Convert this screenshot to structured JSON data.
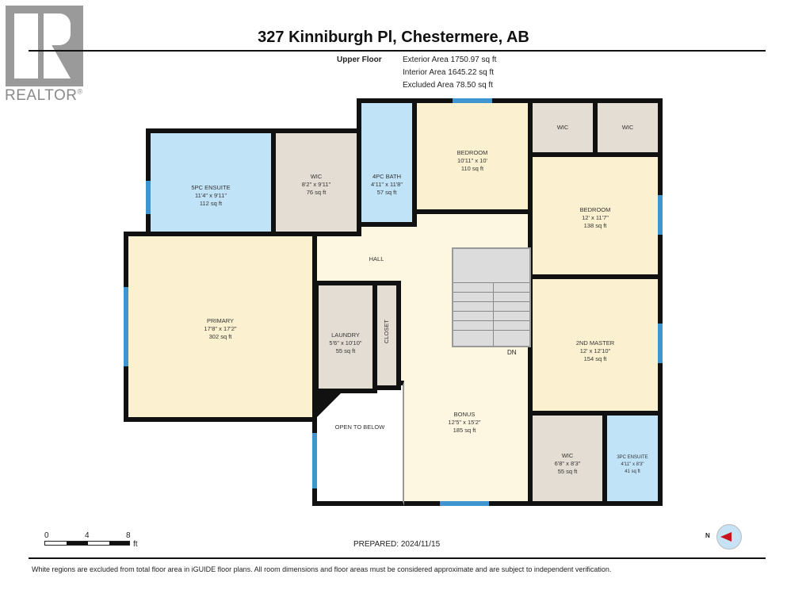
{
  "logo": {
    "text": "REALTOR",
    "mark": "®"
  },
  "header": {
    "title": "327 Kinniburgh Pl, Chestermere, AB",
    "floor": "Upper Floor",
    "areas": [
      "Exterior Area 1750.97 sq ft",
      "Interior Area 1645.22 sq ft",
      "Excluded Area 78.50 sq ft"
    ]
  },
  "rooms": {
    "ensuite5": {
      "name": "5PC ENSUITE",
      "dims": "11'4\" x 9'11\"",
      "area": "112 sq ft"
    },
    "wic1": {
      "name": "WIC",
      "dims": "8'2\" x 9'11\"",
      "area": "76 sq ft"
    },
    "bath4": {
      "name": "4PC BATH",
      "dims": "4'11\" x 11'8\"",
      "area": "57 sq ft"
    },
    "bedroom1": {
      "name": "BEDROOM",
      "dims": "10'11\" x 10'",
      "area": "110 sq ft"
    },
    "wic2": {
      "name": "WIC"
    },
    "wic3": {
      "name": "WIC"
    },
    "bedroom2": {
      "name": "BEDROOM",
      "dims": "12' x 11'7\"",
      "area": "138 sq ft"
    },
    "hall": {
      "name": "HALL"
    },
    "primary": {
      "name": "PRIMARY",
      "dims": "17'8\" x 17'2\"",
      "area": "302 sq ft"
    },
    "laundry": {
      "name": "LAUNDRY",
      "dims": "5'6\" x 10'10\"",
      "area": "55 sq ft"
    },
    "closet": {
      "name": "CLOSET"
    },
    "master2": {
      "name": "2ND MASTER",
      "dims": "12' x 12'10\"",
      "area": "154 sq ft"
    },
    "bonus": {
      "name": "BONUS",
      "dims": "12'5\" x 15'2\"",
      "area": "185 sq ft"
    },
    "open": {
      "name": "OPEN TO BELOW"
    },
    "wic4": {
      "name": "WIC",
      "dims": "6'8\" x 8'3\"",
      "area": "55 sq ft"
    },
    "ensuite3": {
      "name": "3PC ENSUITE",
      "dims": "4'11\" x 8'3\"",
      "area": "41 sq ft"
    }
  },
  "stairs": {
    "label": "DN"
  },
  "scale": {
    "ticks": [
      "0",
      "4",
      "8"
    ],
    "unit": "ft"
  },
  "footer": {
    "prepared": "PREPARED: 2024/11/15",
    "compass": "N",
    "disclaimer": "White regions are excluded from total floor area in iGUIDE floor plans. All room dimensions and floor areas must be considered approximate and are subject to independent verification."
  }
}
